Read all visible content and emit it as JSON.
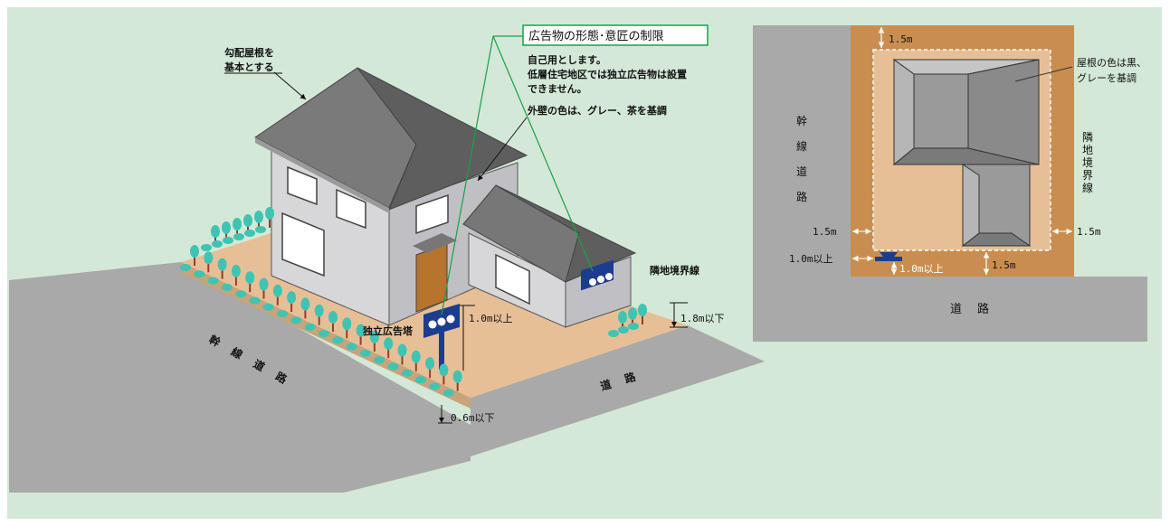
{
  "callout": {
    "heading": "広告物の形態･意匠の制限",
    "line1": "自己用とします。",
    "line2": "低層住宅地区では独立広告物は設置",
    "line3": "できません。"
  },
  "house": {
    "roof_label_1": "勾配屋根を",
    "roof_label_2": "基本とする",
    "wall_label": "外壁の色は、グレー、茶を基調"
  },
  "site": {
    "sign_tower": "独立広告塔",
    "sign_height": "1.0m以上",
    "boundary": "隣地境界線",
    "fence_height": "1.8m以下",
    "hedge_height": "0.6m以下",
    "main_road": "幹　線　道　路",
    "road": "道　路"
  },
  "plan": {
    "roof_color_1": "屋根の色は黒、",
    "roof_color_2": "グレーを基調",
    "main_road_v": [
      "幹",
      "線",
      "道",
      "路"
    ],
    "boundary_v": [
      "隣",
      "地",
      "境",
      "界",
      "線"
    ],
    "setback_top": "1.5m",
    "setback_left": "1.5m",
    "setback_right": "1.5m",
    "setback_bottom": "1.5m",
    "sign_offset_left": "1.0m以上",
    "sign_offset_bottom": "1.0m以上",
    "road": "道　路"
  },
  "colors": {
    "background": "#d3e8d6",
    "road": "#a9a9a9",
    "lot": "#e7bf97",
    "lot_plan": "#c98e4f",
    "callout_line": "#1aa04a",
    "tree": "#3fc4b4",
    "wall": "#d7d7d9",
    "roof": "#6e6e6e",
    "sign": "#1c3d8f"
  }
}
